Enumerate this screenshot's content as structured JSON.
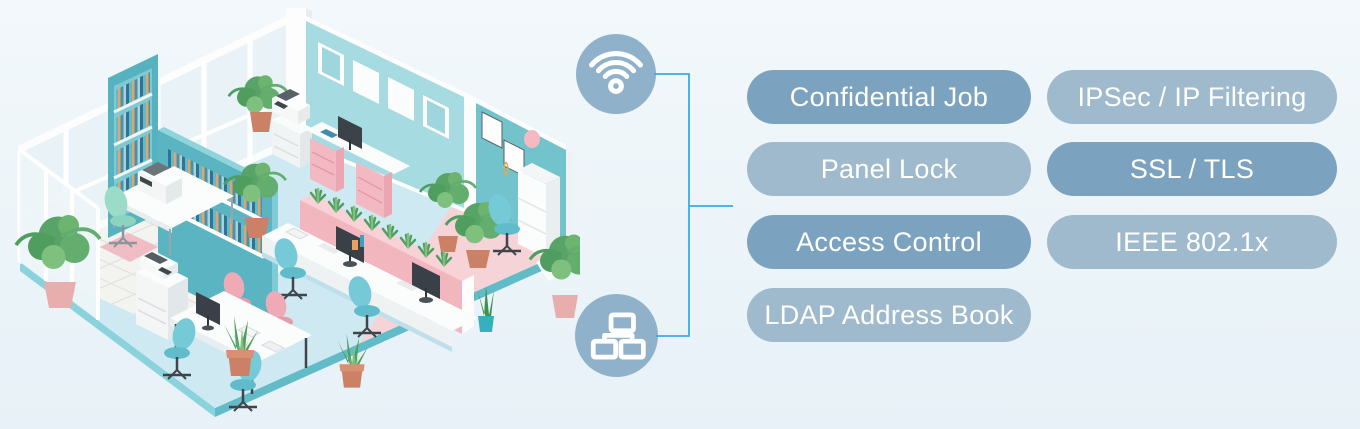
{
  "features": {
    "pills": [
      {
        "label": "Confidential Job",
        "variant": "dark"
      },
      {
        "label": "IPSec / IP Filtering",
        "variant": "light"
      },
      {
        "label": "Panel Lock",
        "variant": "light"
      },
      {
        "label": "SSL / TLS",
        "variant": "dark"
      },
      {
        "label": "Access Control",
        "variant": "dark"
      },
      {
        "label": "IEEE 802.1x",
        "variant": "light"
      },
      {
        "label": "LDAP Address Book",
        "variant": "light"
      }
    ]
  },
  "icons": {
    "wifi": {
      "name": "wifi-icon",
      "glyph_color": "#ffffff"
    },
    "network": {
      "name": "network-icon",
      "glyph_color": "#ffffff"
    }
  },
  "colors": {
    "pill_dark": "#7ba3bf",
    "pill_light": "#9fbacd",
    "pill_text": "#ffffff",
    "icon_circle": "#8fb2ca",
    "connector_line": "#3aabe3",
    "background_top": "#f2f8fb",
    "background_bottom": "#e7f1f7"
  },
  "illustration": {
    "palette": {
      "teal_wall_light": "#a7dbe2",
      "teal_wall_mid": "#73c3cd",
      "teal_wall_dark": "#58b1bd",
      "pink_accent": "#f2b6bf",
      "floor_blue": "#cfe9f3",
      "floor_pink": "#f5d3d7",
      "tile_white": "#f3f3f0",
      "plant_green": "#57a368",
      "furniture_white": "#fbfcfc",
      "monitor_dark": "#3a4047"
    }
  }
}
